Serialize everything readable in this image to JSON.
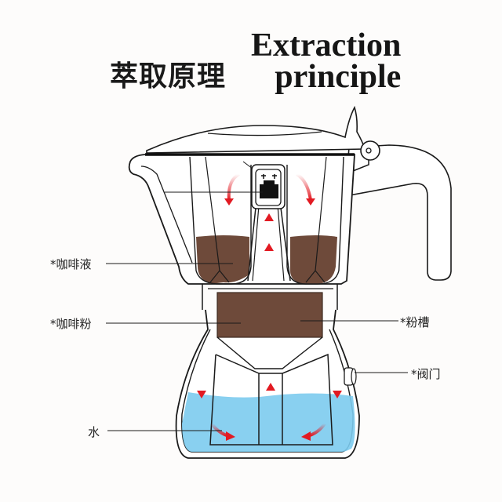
{
  "title": {
    "chinese": "萃取原理",
    "english_line1": "Extraction",
    "english_line2": "principle"
  },
  "labels": {
    "coffee_liquid": "*咖啡液",
    "coffee_powder": "*咖啡粉",
    "powder_funnel": "*粉槽",
    "valve": "*阀门",
    "water": "水"
  },
  "colors": {
    "coffee": "#6e4a3a",
    "water": "#7ccbee",
    "arrow": "#e21a22",
    "outline": "#1a1a1a",
    "background": "#fdfcfb"
  }
}
